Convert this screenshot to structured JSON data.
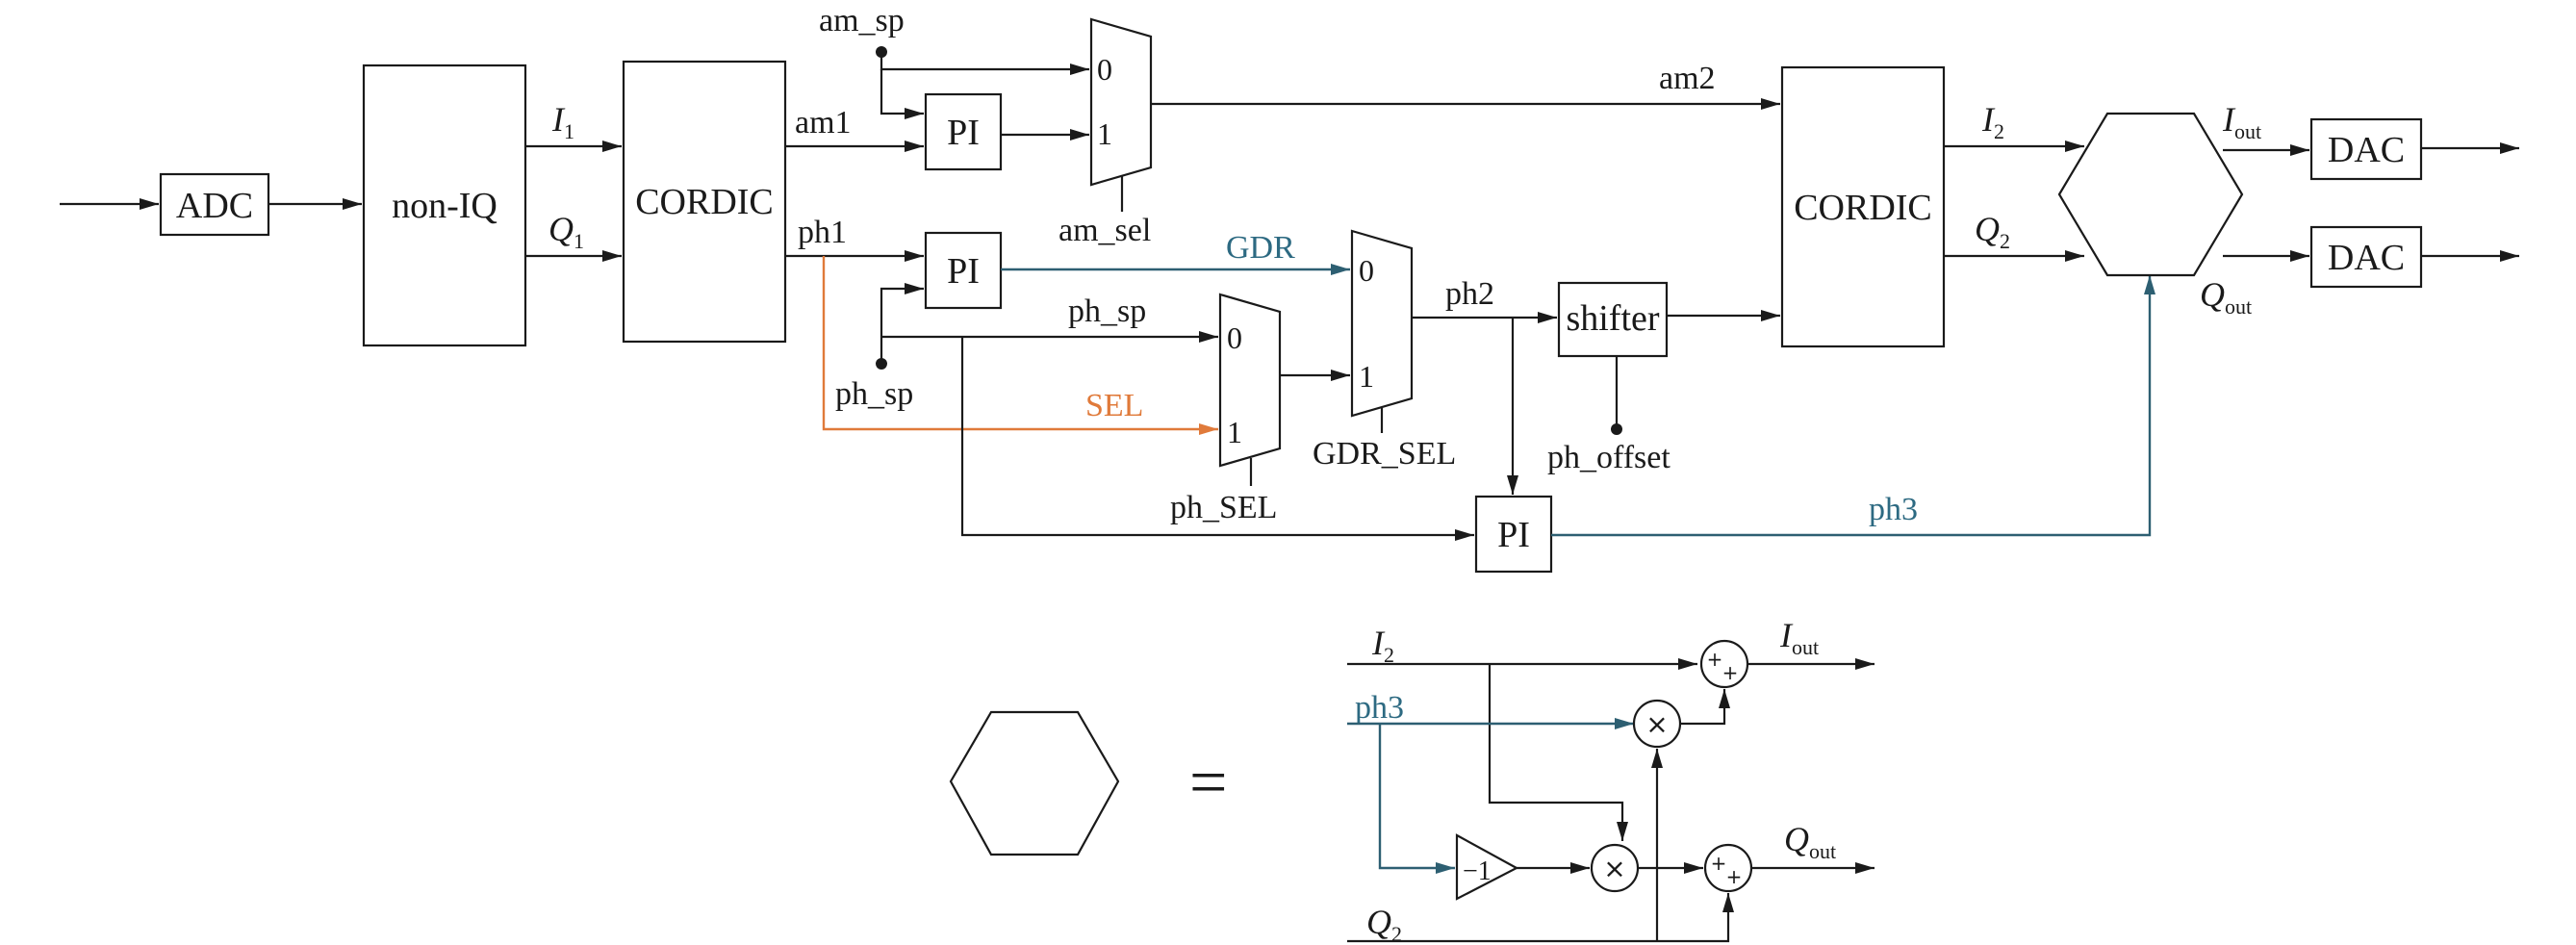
{
  "blocks": {
    "adc": "ADC",
    "noniq": "non-IQ",
    "cordic1": "CORDIC",
    "cordic2": "CORDIC",
    "pi_am": "PI",
    "pi_ph": "PI",
    "pi_bottom": "PI",
    "shifter": "shifter",
    "dac1": "DAC",
    "dac2": "DAC"
  },
  "mux": {
    "in0": "0",
    "in1": "1"
  },
  "signals": {
    "i1": "I",
    "i1_sub": "1",
    "q1": "Q",
    "q1_sub": "1",
    "am1": "am1",
    "ph1": "ph1",
    "am_sp": "am_sp",
    "am_sel": "am_sel",
    "am2": "am2",
    "gdr": "GDR",
    "sel": "SEL",
    "ph_sp_mid": "ph_sp",
    "ph_sp_low": "ph_sp",
    "ph_sel": "ph_SEL",
    "gdr_sel": "GDR_SEL",
    "ph2": "ph2",
    "ph_offset": "ph_offset",
    "ph3": "ph3",
    "i2": "I",
    "i2_sub": "2",
    "q2": "Q",
    "q2_sub": "2",
    "iout": "I",
    "iout_sub": "out",
    "qout": "Q",
    "qout_sub": "out"
  },
  "legend": {
    "equals": "=",
    "i2": "I",
    "i2_sub": "2",
    "ph3": "ph3",
    "q2": "Q",
    "q2_sub": "2",
    "iout": "I",
    "iout_sub": "out",
    "qout": "Q",
    "qout_sub": "out",
    "neg_one": "−1",
    "times": "×",
    "plus": "+"
  },
  "colors": {
    "line": "#1a1a1a",
    "ph3_path": "#2d5f72",
    "gdr_label": "#2d6a82",
    "sel_path": "#e07a3a"
  }
}
